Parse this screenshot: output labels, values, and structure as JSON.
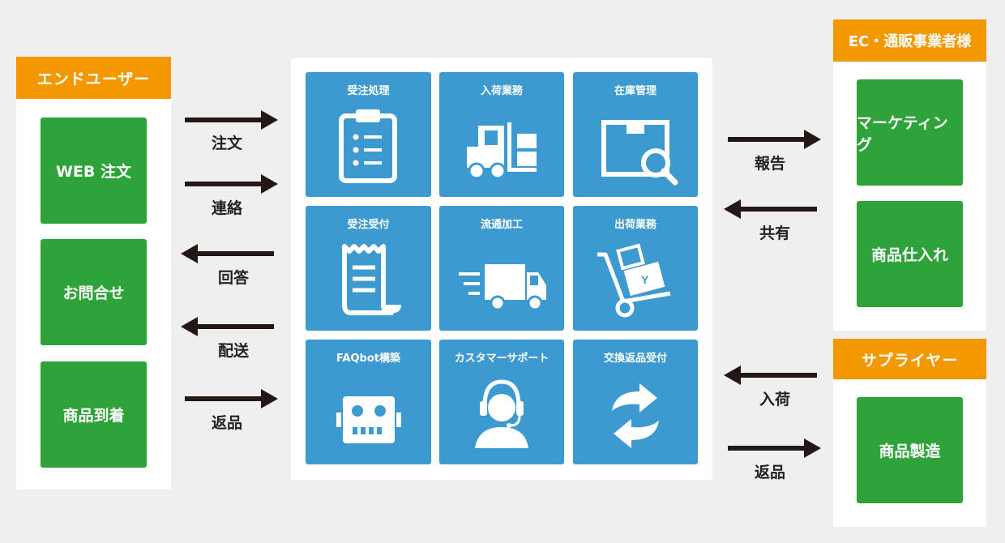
{
  "left": {
    "header": "エンドユーザー",
    "items": [
      "WEB 注文",
      "お問合せ",
      "商品到着"
    ]
  },
  "left_arrows": [
    "注文",
    "連絡",
    "回答",
    "配送",
    "返品"
  ],
  "center": {
    "tiles": [
      {
        "label": "受注処理",
        "icon": "clipboard-icon"
      },
      {
        "label": "入荷業務",
        "icon": "forklift-icon"
      },
      {
        "label": "在庫管理",
        "icon": "inventory-search-icon"
      },
      {
        "label": "受注受付",
        "icon": "receipt-icon"
      },
      {
        "label": "流通加工",
        "icon": "delivery-truck-icon"
      },
      {
        "label": "出荷業務",
        "icon": "hand-truck-icon"
      },
      {
        "label": "FAQbot構築",
        "icon": "robot-icon"
      },
      {
        "label": "カスタマーサポート",
        "icon": "headset-operator-icon"
      },
      {
        "label": "交換返品受付",
        "icon": "exchange-arrows-icon"
      }
    ]
  },
  "right_top": {
    "header": "EC・通販事業者様",
    "items": [
      "マーケティング",
      "商品仕入れ"
    ]
  },
  "right_top_arrows": [
    "報告",
    "共有"
  ],
  "right_bottom": {
    "header": "サプライヤー",
    "items": [
      "商品製造"
    ]
  },
  "right_bottom_arrows": [
    "入荷",
    "返品"
  ],
  "colors": {
    "orange": "#f39800",
    "green": "#2ea33a",
    "blue": "#3d9ad1",
    "arrow": "#231815"
  }
}
